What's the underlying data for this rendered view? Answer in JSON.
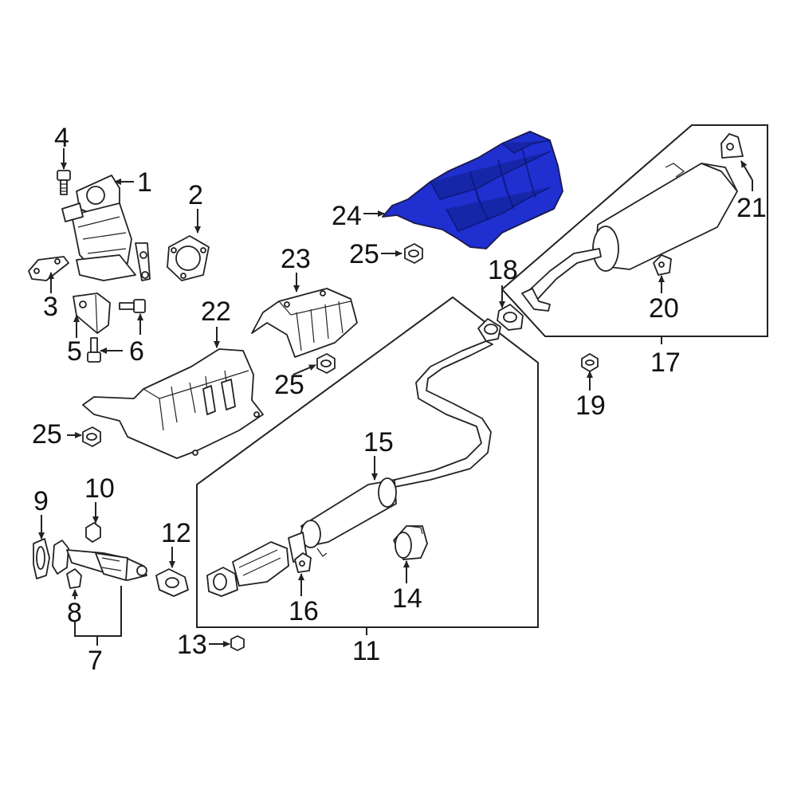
{
  "diagram": {
    "highlight_color": "#1f2fd0",
    "line_color": "#222222",
    "background": "#ffffff",
    "callouts": {
      "c1": "1",
      "c2": "2",
      "c3": "3",
      "c4": "4",
      "c5": "5",
      "c6": "6",
      "c7": "7",
      "c8": "8",
      "c9": "9",
      "c10": "10",
      "c11": "11",
      "c12": "12",
      "c13": "13",
      "c14": "14",
      "c15": "15",
      "c16": "16",
      "c17": "17",
      "c18": "18",
      "c19": "19",
      "c20": "20",
      "c21": "21",
      "c22": "22",
      "c23": "23",
      "c24": "24",
      "c25a": "25",
      "c25b": "25",
      "c25c": "25"
    },
    "highlighted_part": "24"
  }
}
